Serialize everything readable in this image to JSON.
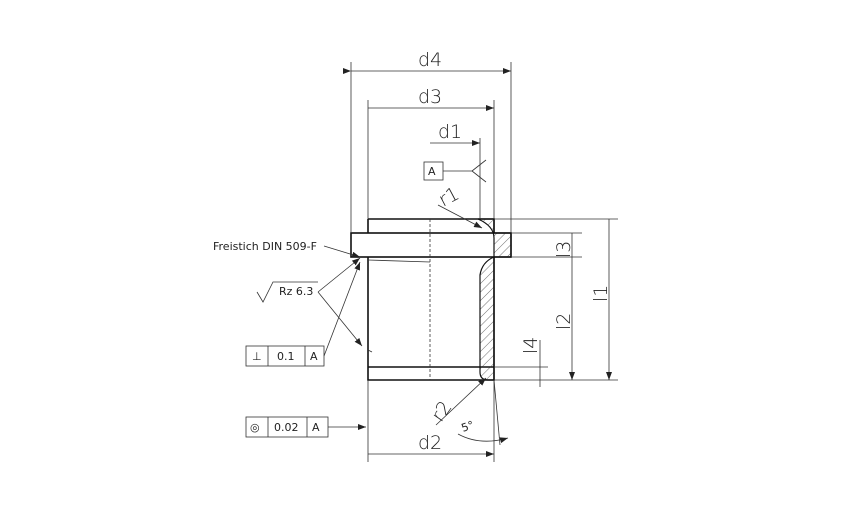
{
  "dimensions": {
    "d1": "d1",
    "d2": "d2",
    "d3": "d3",
    "d4": "d4",
    "l1": "l1",
    "l2": "l2",
    "l3": "l3",
    "l4": "l4",
    "r1": "r1",
    "r2": "r2",
    "angle": "5°"
  },
  "datum": {
    "label": "A"
  },
  "undercut_note": "Freistich DIN 509-F",
  "surface_finish": "Rz 6.3",
  "perpendicularity": {
    "symbol": "⊥",
    "tolerance": "0.1",
    "datum": "A"
  },
  "concentricity": {
    "symbol": "◎",
    "tolerance": "0.02",
    "datum": "A"
  }
}
